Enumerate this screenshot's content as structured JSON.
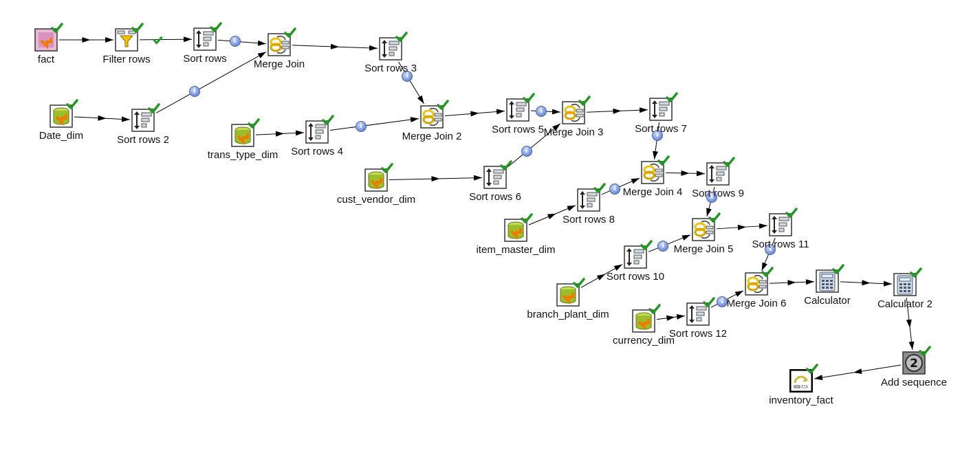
{
  "steps": [
    {
      "id": "fact",
      "label": "fact",
      "type": "table-input-pink"
    },
    {
      "id": "filter_rows",
      "label": "Filter rows",
      "type": "filter"
    },
    {
      "id": "sort_rows",
      "label": "Sort rows",
      "type": "sort"
    },
    {
      "id": "merge_join",
      "label": "Merge Join",
      "type": "merge"
    },
    {
      "id": "sort_rows_3",
      "label": "Sort rows 3",
      "type": "sort"
    },
    {
      "id": "date_dim",
      "label": "Date_dim",
      "type": "db-input"
    },
    {
      "id": "sort_rows_2",
      "label": "Sort rows 2",
      "type": "sort"
    },
    {
      "id": "trans_type_dim",
      "label": "trans_type_dim",
      "type": "db-input"
    },
    {
      "id": "sort_rows_4",
      "label": "Sort rows 4",
      "type": "sort"
    },
    {
      "id": "merge_join_2",
      "label": "Merge Join 2",
      "type": "merge"
    },
    {
      "id": "sort_rows_5",
      "label": "Sort rows 5",
      "type": "sort"
    },
    {
      "id": "merge_join_3",
      "label": "Merge Join 3",
      "type": "merge"
    },
    {
      "id": "sort_rows_7",
      "label": "Sort rows 7",
      "type": "sort"
    },
    {
      "id": "cust_vendor_dim",
      "label": "cust_vendor_dim",
      "type": "db-input"
    },
    {
      "id": "sort_rows_6",
      "label": "Sort rows 6",
      "type": "sort"
    },
    {
      "id": "merge_join_4",
      "label": "Merge Join 4",
      "type": "merge"
    },
    {
      "id": "sort_rows_9",
      "label": "Sort rows 9",
      "type": "sort"
    },
    {
      "id": "item_master_dim",
      "label": "item_master_dim",
      "type": "db-input"
    },
    {
      "id": "sort_rows_8",
      "label": "Sort rows 8",
      "type": "sort"
    },
    {
      "id": "merge_join_5",
      "label": "Merge Join 5",
      "type": "merge"
    },
    {
      "id": "sort_rows_11",
      "label": "Sort rows 11",
      "type": "sort"
    },
    {
      "id": "branch_plant_dim",
      "label": "branch_plant_dim",
      "type": "db-input"
    },
    {
      "id": "sort_rows_10",
      "label": "Sort rows 10",
      "type": "sort"
    },
    {
      "id": "merge_join_6",
      "label": "Merge Join 6",
      "type": "merge"
    },
    {
      "id": "calculator",
      "label": "Calculator",
      "type": "calculator"
    },
    {
      "id": "calculator_2",
      "label": "Calculator 2",
      "type": "calculator"
    },
    {
      "id": "currency_dim",
      "label": "currency_dim",
      "type": "db-input"
    },
    {
      "id": "sort_rows_12",
      "label": "Sort rows 12",
      "type": "sort"
    },
    {
      "id": "add_sequence",
      "label": "Add sequence",
      "type": "sequence"
    },
    {
      "id": "inventory_fact",
      "label": "inventory_fact",
      "type": "table-output"
    }
  ],
  "hops": [
    {
      "from": "fact",
      "to": "filter_rows",
      "marker": "none"
    },
    {
      "from": "filter_rows",
      "to": "sort_rows",
      "marker": "check"
    },
    {
      "from": "sort_rows",
      "to": "merge_join",
      "marker": "info"
    },
    {
      "from": "date_dim",
      "to": "sort_rows_2",
      "marker": "none"
    },
    {
      "from": "sort_rows_2",
      "to": "merge_join",
      "marker": "info"
    },
    {
      "from": "merge_join",
      "to": "sort_rows_3",
      "marker": "none"
    },
    {
      "from": "sort_rows_3",
      "to": "merge_join_2",
      "marker": "info"
    },
    {
      "from": "trans_type_dim",
      "to": "sort_rows_4",
      "marker": "none"
    },
    {
      "from": "sort_rows_4",
      "to": "merge_join_2",
      "marker": "info"
    },
    {
      "from": "merge_join_2",
      "to": "sort_rows_5",
      "marker": "none"
    },
    {
      "from": "sort_rows_5",
      "to": "merge_join_3",
      "marker": "info"
    },
    {
      "from": "cust_vendor_dim",
      "to": "sort_rows_6",
      "marker": "none"
    },
    {
      "from": "sort_rows_6",
      "to": "merge_join_3",
      "marker": "info"
    },
    {
      "from": "merge_join_3",
      "to": "sort_rows_7",
      "marker": "none"
    },
    {
      "from": "sort_rows_7",
      "to": "merge_join_4",
      "marker": "info"
    },
    {
      "from": "item_master_dim",
      "to": "sort_rows_8",
      "marker": "none"
    },
    {
      "from": "sort_rows_8",
      "to": "merge_join_4",
      "marker": "info"
    },
    {
      "from": "merge_join_4",
      "to": "sort_rows_9",
      "marker": "none"
    },
    {
      "from": "sort_rows_9",
      "to": "merge_join_5",
      "marker": "info"
    },
    {
      "from": "branch_plant_dim",
      "to": "sort_rows_10",
      "marker": "none"
    },
    {
      "from": "sort_rows_10",
      "to": "merge_join_5",
      "marker": "info"
    },
    {
      "from": "merge_join_5",
      "to": "sort_rows_11",
      "marker": "none"
    },
    {
      "from": "sort_rows_11",
      "to": "merge_join_6",
      "marker": "info"
    },
    {
      "from": "currency_dim",
      "to": "sort_rows_12",
      "marker": "none"
    },
    {
      "from": "sort_rows_12",
      "to": "merge_join_6",
      "marker": "info"
    },
    {
      "from": "merge_join_6",
      "to": "calculator",
      "marker": "none"
    },
    {
      "from": "calculator",
      "to": "calculator_2",
      "marker": "none"
    },
    {
      "from": "calculator_2",
      "to": "add_sequence",
      "marker": "none"
    },
    {
      "from": "add_sequence",
      "to": "inventory_fact",
      "marker": "none"
    }
  ],
  "colors": {
    "hop": "#000000",
    "check": "#1f9a1f",
    "info": "#6f8fd9",
    "db_green": "#9bbf2a",
    "sort_frame": "#333333",
    "merge_yellow": "#f0c20a"
  }
}
